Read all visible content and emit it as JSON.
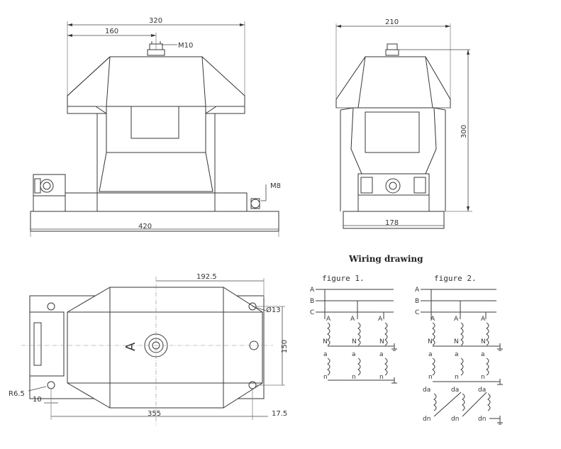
{
  "front_view": {
    "dim_width": "320",
    "dim_center": "160",
    "bolt_label": "M10",
    "base_width": "420",
    "ground_label": "M8"
  },
  "side_view": {
    "dim_top": "210",
    "dim_height": "300",
    "dim_base": "178"
  },
  "top_view": {
    "dim_offset": "192.5",
    "dim_hole": "Ø13",
    "dim_spacing": "150",
    "dim_radius": "R6.5",
    "dim_edge": "10",
    "dim_length": "355",
    "dim_end": "17.5",
    "terminal_letter": "A"
  },
  "wiring": {
    "title": "Wiring drawing",
    "figure1": {
      "caption": "figure 1.",
      "phases": [
        "A",
        "B",
        "C"
      ],
      "primary_top": "A",
      "primary_bottom": "N",
      "secondary_top": "a",
      "secondary_bottom": "n"
    },
    "figure2": {
      "caption": "figure 2.",
      "phases": [
        "A",
        "B",
        "C"
      ],
      "primary_top": "A",
      "primary_bottom": "N",
      "secondary_top": "a",
      "secondary_bottom": "n",
      "residual_top": "da",
      "residual_bottom": "dn"
    }
  }
}
